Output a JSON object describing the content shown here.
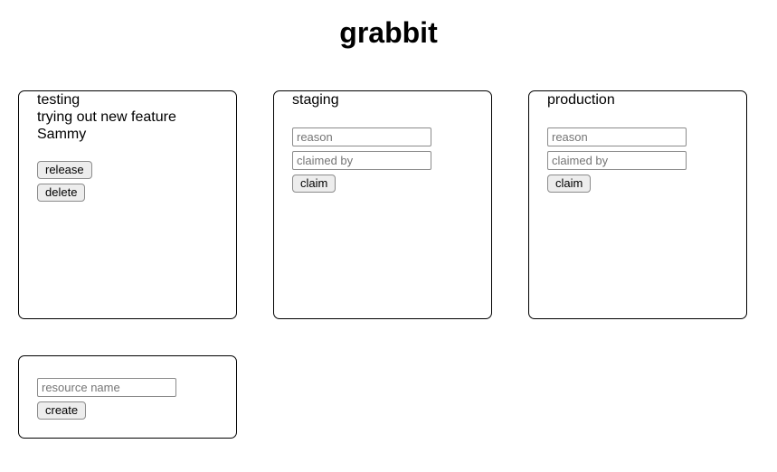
{
  "app": {
    "title": "grabbit"
  },
  "colors": {
    "page_background": "#ffffff",
    "text": "#000000",
    "card_border": "#000000",
    "input_border": "#8b8b8b",
    "placeholder_text": "#757575",
    "button_background": "#ededed",
    "button_border": "#8b8b8b"
  },
  "resources": [
    {
      "name": "testing",
      "reason": "trying out new feature",
      "claimed_by": "Sammy",
      "buttons": {
        "release": "release",
        "delete": "delete"
      }
    },
    {
      "name": "staging",
      "form": {
        "reason_placeholder": "reason",
        "reason_value": "",
        "claimed_by_placeholder": "claimed by",
        "claimed_by_value": "",
        "claim_label": "claim"
      }
    },
    {
      "name": "production",
      "form": {
        "reason_placeholder": "reason",
        "reason_value": "",
        "claimed_by_placeholder": "claimed by",
        "claimed_by_value": "",
        "claim_label": "claim"
      }
    }
  ],
  "create_panel": {
    "name_placeholder": "resource name",
    "name_value": "",
    "create_label": "create"
  }
}
